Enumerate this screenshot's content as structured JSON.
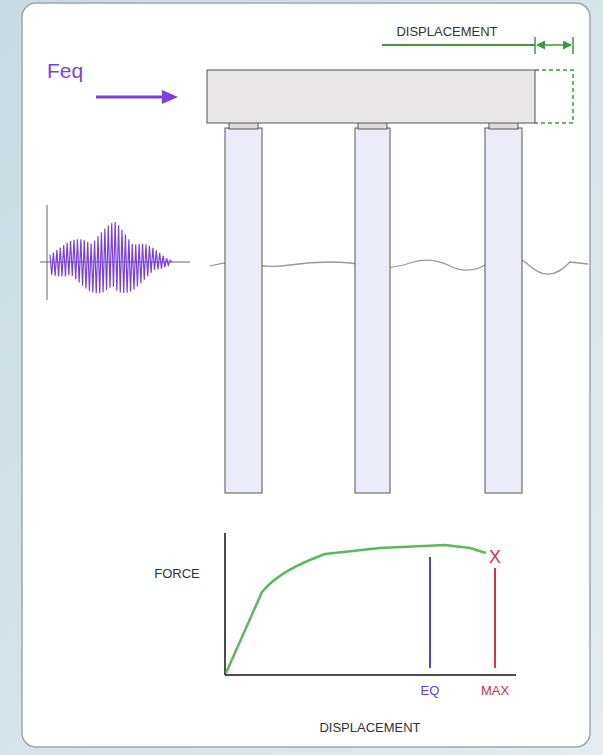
{
  "diagram": {
    "labels": [
      "DISPLACEMENT",
      "Feq",
      "FORCE",
      "X",
      "EQ",
      "MAX",
      "DISPLACEMENT"
    ]
  }
}
